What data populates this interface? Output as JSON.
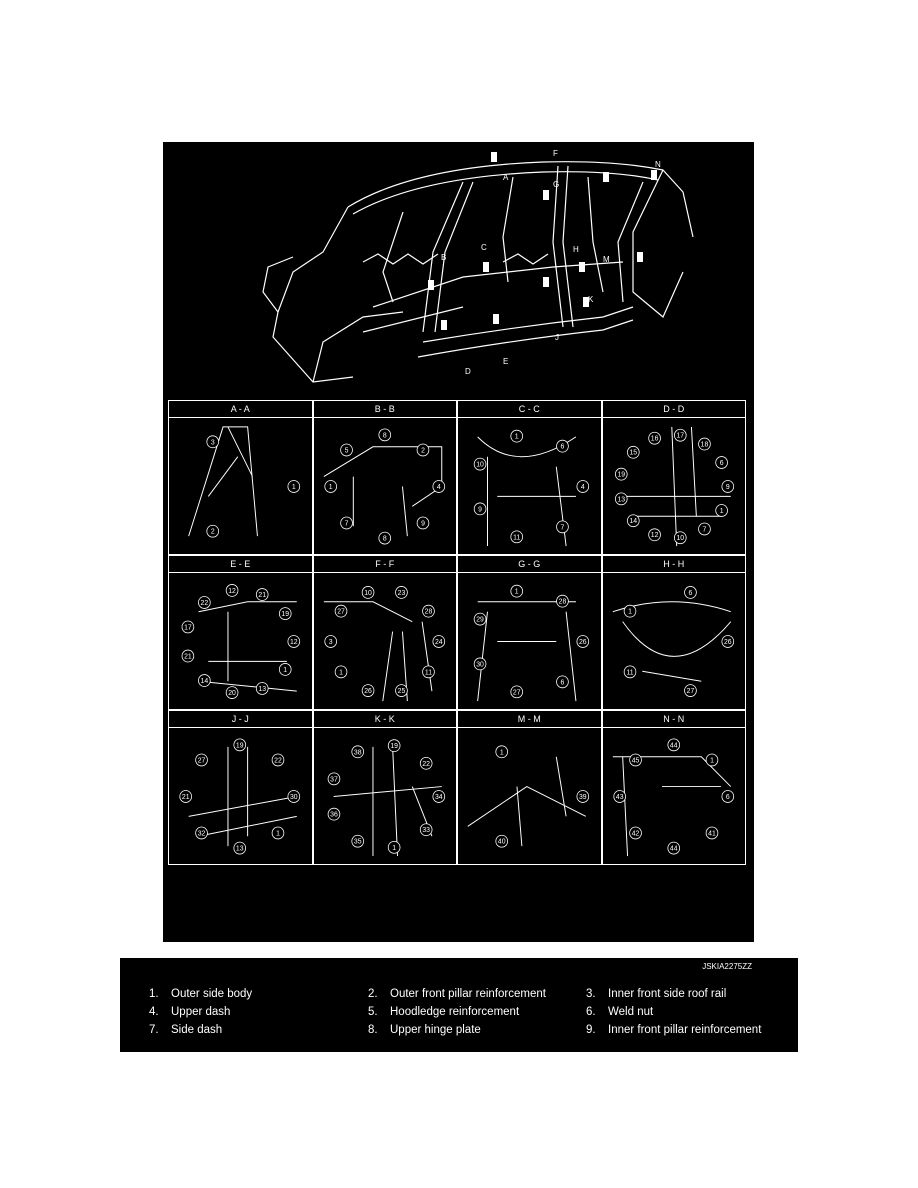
{
  "figure": {
    "section_markers": [
      "A",
      "B",
      "C",
      "D",
      "E",
      "F",
      "G",
      "H",
      "J",
      "K",
      "M",
      "N"
    ],
    "views": [
      {
        "title": "A - A",
        "callouts": [
          "1",
          "2",
          "3"
        ]
      },
      {
        "title": "B - B",
        "callouts": [
          "4",
          "9",
          "8",
          "7",
          "1",
          "5",
          "8",
          "2"
        ]
      },
      {
        "title": "C - C",
        "callouts": [
          "4",
          "7",
          "11",
          "9",
          "10",
          "1",
          "6"
        ]
      },
      {
        "title": "D - D",
        "callouts": [
          "9",
          "1",
          "7",
          "10",
          "12",
          "14",
          "13",
          "19",
          "15",
          "16",
          "17",
          "18",
          "6"
        ]
      },
      {
        "title": "E - E",
        "callouts": [
          "12",
          "1",
          "13",
          "20",
          "14",
          "21",
          "17",
          "22",
          "12",
          "21",
          "19"
        ]
      },
      {
        "title": "F - F",
        "callouts": [
          "24",
          "11",
          "25",
          "26",
          "1",
          "3",
          "27",
          "10",
          "23",
          "28"
        ]
      },
      {
        "title": "G - G",
        "callouts": [
          "26",
          "6",
          "27",
          "30",
          "29",
          "1",
          "28"
        ]
      },
      {
        "title": "H - H",
        "callouts": [
          "26",
          "27",
          "11",
          "1",
          "6"
        ]
      },
      {
        "title": "J - J",
        "callouts": [
          "30",
          "1",
          "13",
          "32",
          "21",
          "27",
          "19",
          "22"
        ]
      },
      {
        "title": "K - K",
        "callouts": [
          "34",
          "33",
          "1",
          "35",
          "36",
          "37",
          "38",
          "19",
          "22"
        ]
      },
      {
        "title": "M - M",
        "callouts": [
          "39",
          "40",
          "1"
        ]
      },
      {
        "title": "N - N",
        "callouts": [
          "6",
          "41",
          "44",
          "42",
          "43",
          "45",
          "44",
          "1"
        ]
      }
    ]
  },
  "legend": {
    "code": "JSKIA2275ZZ",
    "items": [
      {
        "num": "1.",
        "label": "Outer side body"
      },
      {
        "num": "2.",
        "label": "Outer front pillar reinforcement"
      },
      {
        "num": "3.",
        "label": "Inner front side roof rail"
      },
      {
        "num": "4.",
        "label": "Upper dash"
      },
      {
        "num": "5.",
        "label": "Hoodledge reinforcement"
      },
      {
        "num": "6.",
        "label": "Weld nut"
      },
      {
        "num": "7.",
        "label": "Side dash"
      },
      {
        "num": "8.",
        "label": "Upper hinge plate"
      },
      {
        "num": "9.",
        "label": "Inner front pillar reinforcement"
      }
    ]
  }
}
